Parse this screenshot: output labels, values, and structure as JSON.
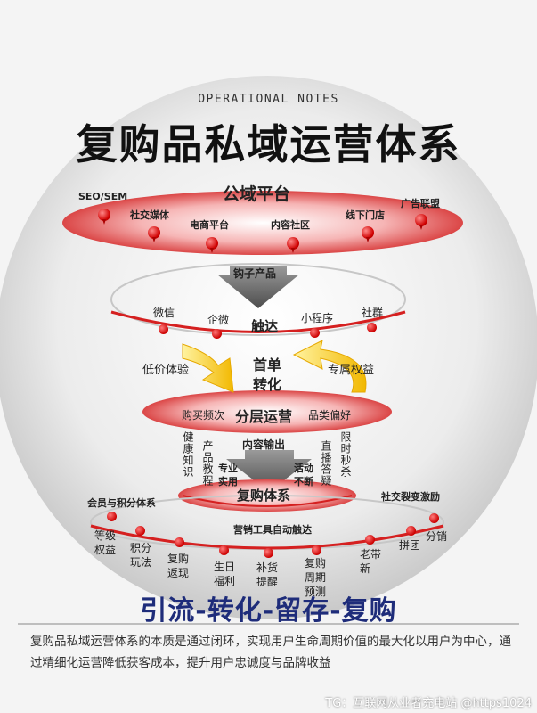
{
  "header": {
    "subtitle": "OPERATIONAL NOTES",
    "title": "复购品私域运营体系"
  },
  "public_domain": {
    "title": "公域平台",
    "channels": [
      "SEO/SEM",
      "社交媒体",
      "电商平台",
      "内容社区",
      "线下门店",
      "广告联盟"
    ]
  },
  "hook": {
    "label": "钩子产品",
    "channels": [
      "微信",
      "企微",
      "小程序",
      "社群"
    ],
    "center": "触达"
  },
  "conversion": {
    "center_line1": "首单",
    "center_line2": "转化",
    "left": "低价体验",
    "right": "专属权益"
  },
  "segmentation": {
    "center": "分层运营",
    "left": "购买频次",
    "right": "品类偏好"
  },
  "content": {
    "label": "内容输出",
    "left_vertical": [
      "健康知识",
      "产品教程"
    ],
    "left_inner": "专业实用",
    "right_inner": "活动不断",
    "right_vertical": [
      "直播答疑",
      "限时秒杀"
    ]
  },
  "repurchase": {
    "center": "复购体系",
    "left_title": "会员与积分体系",
    "right_title": "社交裂变激励",
    "tools_label": "营销工具自动触达",
    "items": [
      "等级\n权益",
      "积分\n玩法",
      "复购\n返现",
      "生日\n福利",
      "补货\n提醒",
      "复购\n周期\n预测",
      "老带\n新",
      "拼团",
      "分销"
    ]
  },
  "banner": "引流-转化-留存-复购",
  "note": "复购品私域运营体系的本质是通过闭环，实现用户生命周期价值的最大化以用户为中心，通过精细化运营降低获客成本，提升用户忠诚度与品牌收益",
  "footer": "TG：互联网从业者充电站 @https1024",
  "colors": {
    "accent_red": "#d0121b",
    "banner_blue": "#1e2c7a",
    "arrow_yellow": "#f5c400"
  }
}
